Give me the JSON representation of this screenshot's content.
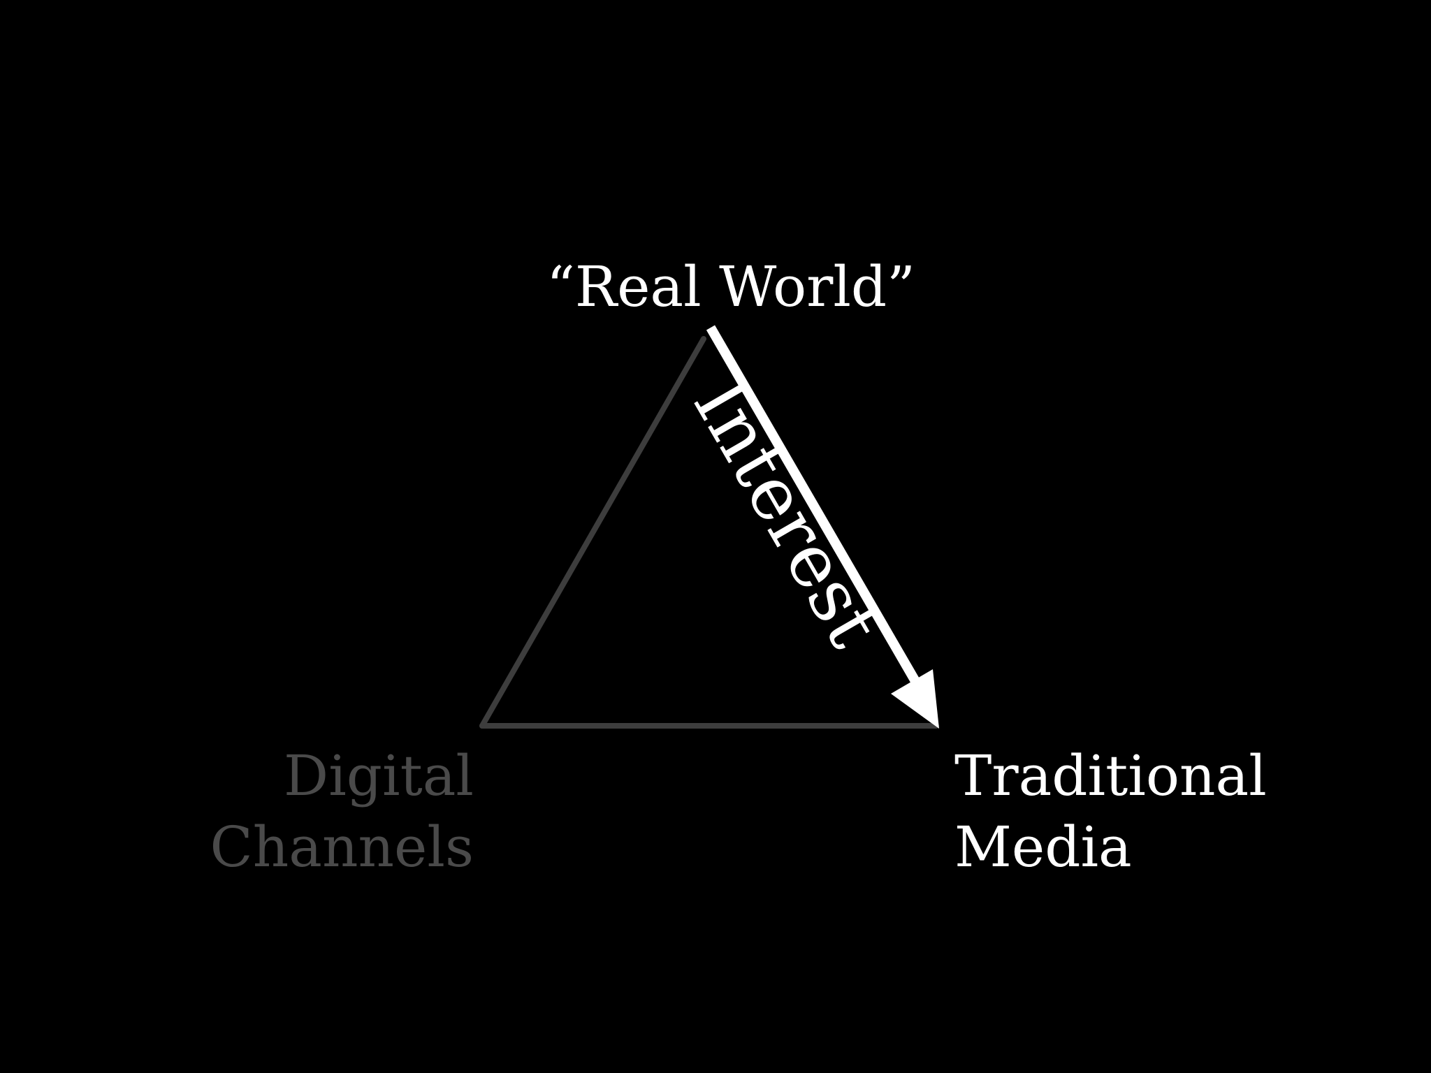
{
  "slide": {
    "background_color": "#000000"
  },
  "diagram": {
    "vertices": {
      "top": {
        "label": "“Real World”",
        "color": "#ffffff"
      },
      "bottom_left": {
        "line1": "Digital",
        "line2": "Channels",
        "color": "#4a4a4a"
      },
      "bottom_right": {
        "line1": "Traditional",
        "line2": "Media",
        "color": "#ffffff"
      }
    },
    "triangle_stroke_color": "#3d3d3d",
    "flow_arrow": {
      "label": "Interest",
      "from": "top",
      "to": "bottom_right",
      "color": "#ffffff"
    }
  }
}
